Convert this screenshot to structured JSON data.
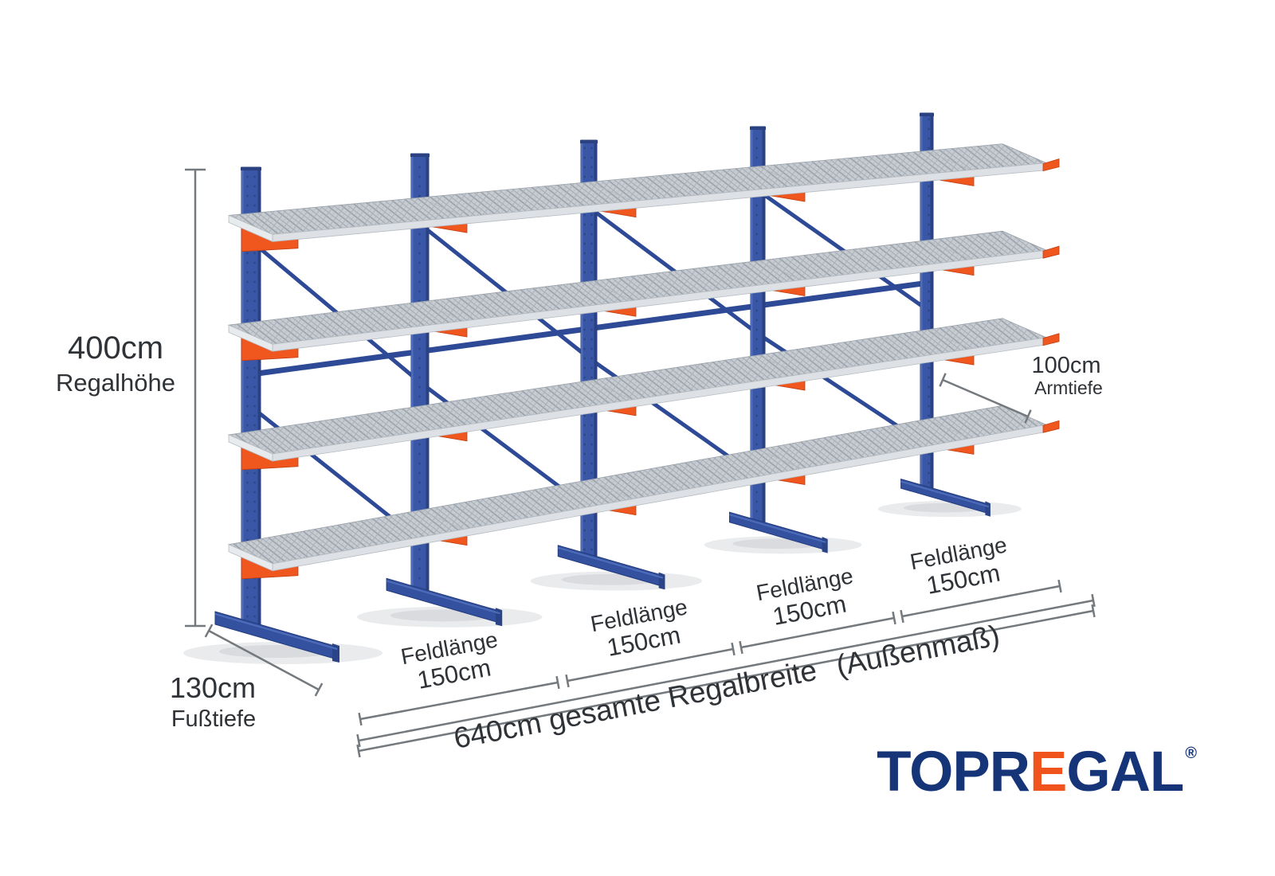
{
  "annotations": {
    "height": {
      "value": "400cm",
      "label": "Regalhöhe"
    },
    "foot_depth": {
      "value": "130cm",
      "label": "Fußtiefe"
    },
    "arm_depth": {
      "value": "100cm",
      "label": "Armtiefe"
    },
    "fields": [
      {
        "label": "Feldlänge",
        "value": "150cm"
      },
      {
        "label": "Feldlänge",
        "value": "150cm"
      },
      {
        "label": "Feldlänge",
        "value": "150cm"
      },
      {
        "label": "Feldlänge",
        "value": "150cm"
      }
    ],
    "total_width": {
      "label": "640cm gesamte Regalbreite",
      "suffix": "(Außenmaß)"
    }
  },
  "logo": {
    "part1": "TOPR",
    "accent": "E",
    "part2": "GAL",
    "registered": "®"
  },
  "colors": {
    "rack_blue": "#3a57a7",
    "rack_blue_light": "#4d6cb9",
    "rack_blue_dark": "#2b4282",
    "brace_blue": "#2e4a96",
    "arm_orange": "#f0571e",
    "arm_orange_dark": "#c23d12",
    "shelf_gray": "#c7ccd2",
    "shelf_mesh": "#959da6",
    "shelf_front": "#dde1e5",
    "shelf_end": "#e8ebee",
    "shadow_gray": "#d7dade",
    "dimension_line": "#74797e",
    "label_text": "#2f3337",
    "logo_blue": "#163478",
    "logo_orange": "#f0541c"
  }
}
